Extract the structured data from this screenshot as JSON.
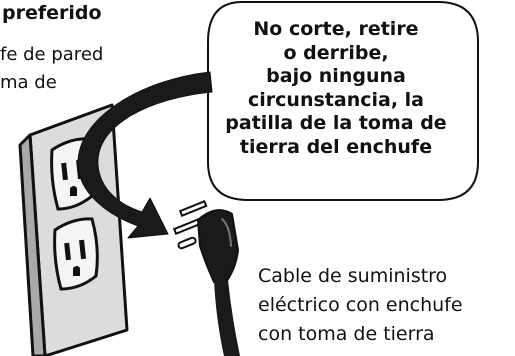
{
  "top_text": {
    "heading": "preferido",
    "lines": [
      "fe de pared",
      "ma de"
    ]
  },
  "callout": {
    "lines": [
      "No corte, retire",
      "o derribe,",
      "bajo ninguna",
      "circunstancia, la",
      "patilla de la toma de",
      "tierra del enchufe"
    ]
  },
  "caption": {
    "lines": [
      "Cable de suministro",
      "eléctrico con enchufe",
      "con toma de tierra"
    ]
  },
  "colors": {
    "outlet_plate": "#dcdcdc",
    "outline": "#111111",
    "plug": "#1a1a1a"
  }
}
